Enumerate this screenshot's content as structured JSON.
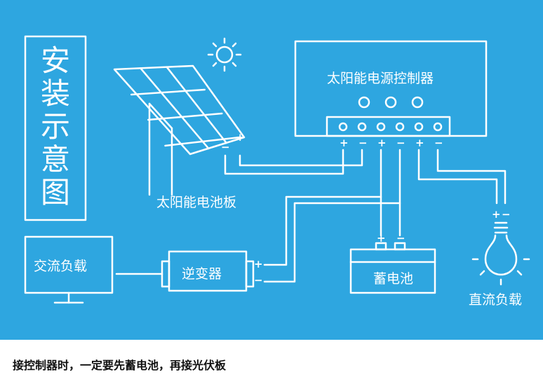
{
  "title": [
    "安",
    "装",
    "示",
    "意",
    "图"
  ],
  "labels": {
    "controller": "太阳能电源控制器",
    "solar_panel": "太阳能电池板",
    "ac_load": "交流负载",
    "inverter": "逆变器",
    "battery": "蓄电池",
    "dc_load": "直流负载"
  },
  "polarity": {
    "plus": "+",
    "minus": "−"
  },
  "caption": "接控制器时，一定要先蓄电池，再接光伏板",
  "colors": {
    "background": "#2ea6e0",
    "line": "#ffffff"
  }
}
